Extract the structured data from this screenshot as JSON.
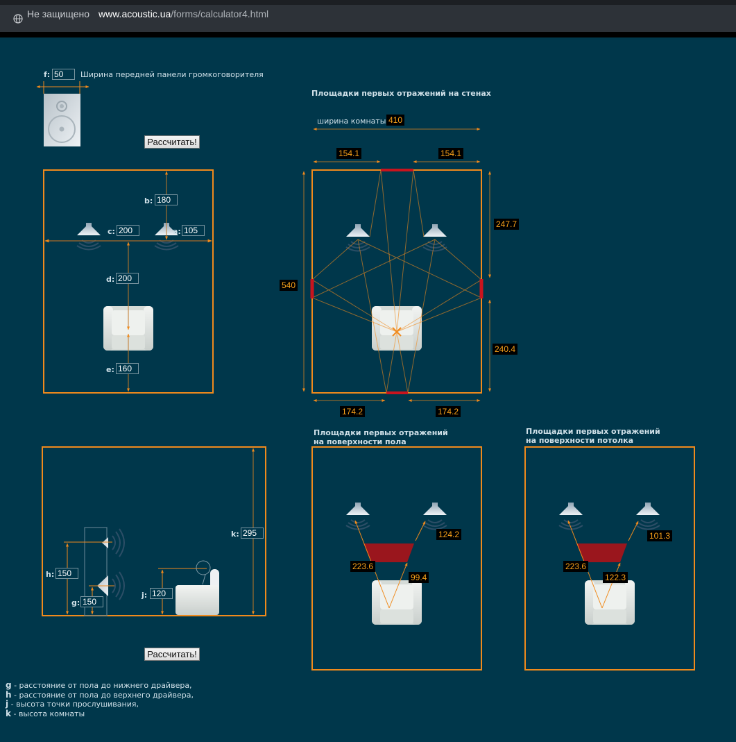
{
  "browser": {
    "security_label": "Не защищено",
    "url_domain": "www.acoustic.ua",
    "url_path": "/forms/calculator4.html"
  },
  "speaker_width": {
    "label": "f:",
    "value": "50",
    "description": "Ширина передней панели громкоговорителя"
  },
  "calc_button": "Рассчитать!",
  "plan": {
    "a": {
      "label": "a:",
      "value": "105"
    },
    "b": {
      "label": "b:",
      "value": "180"
    },
    "c": {
      "label": "c:",
      "value": "200"
    },
    "d": {
      "label": "d:",
      "value": "200"
    },
    "e": {
      "label": "e:",
      "value": "160"
    }
  },
  "side": {
    "g": {
      "label": "g:",
      "value": "150"
    },
    "h": {
      "label": "h:",
      "value": "150"
    },
    "j": {
      "label": "j:",
      "value": "120"
    },
    "k": {
      "label": "k:",
      "value": "295"
    }
  },
  "walls": {
    "title": "Площадки первых отражений на стенах",
    "room_width_label": "ширина комнаты:",
    "room_width": "410",
    "front_left": "154.1",
    "front_right": "154.1",
    "length": "540",
    "right_upper": "247.7",
    "right_lower": "240.4",
    "rear_left": "174.2",
    "rear_right": "174.2"
  },
  "floor": {
    "title_line1": "Площадки первых отражений",
    "title_line2": "на поверхности пола",
    "direct": "223.6",
    "to_speaker": "124.2",
    "to_listener": "99.4"
  },
  "ceiling": {
    "title_line1": "Площадки первых отражений",
    "title_line2": "на поверхности потолка",
    "direct": "223.6",
    "to_speaker": "101.3",
    "to_listener": "122.3"
  },
  "legend": [
    {
      "key": "g",
      "text": " - расстояние от пола до нижнего драйвера,"
    },
    {
      "key": "h",
      "text": " - расстояние от пола до верхнего драйвера,"
    },
    {
      "key": "j",
      "text": " - высота точки прослушивания,"
    },
    {
      "key": "k",
      "text": " - высота комнаты"
    }
  ],
  "colors": {
    "background": "#00374b",
    "accent": "#f08a1c",
    "reflection": "#c8141e"
  }
}
